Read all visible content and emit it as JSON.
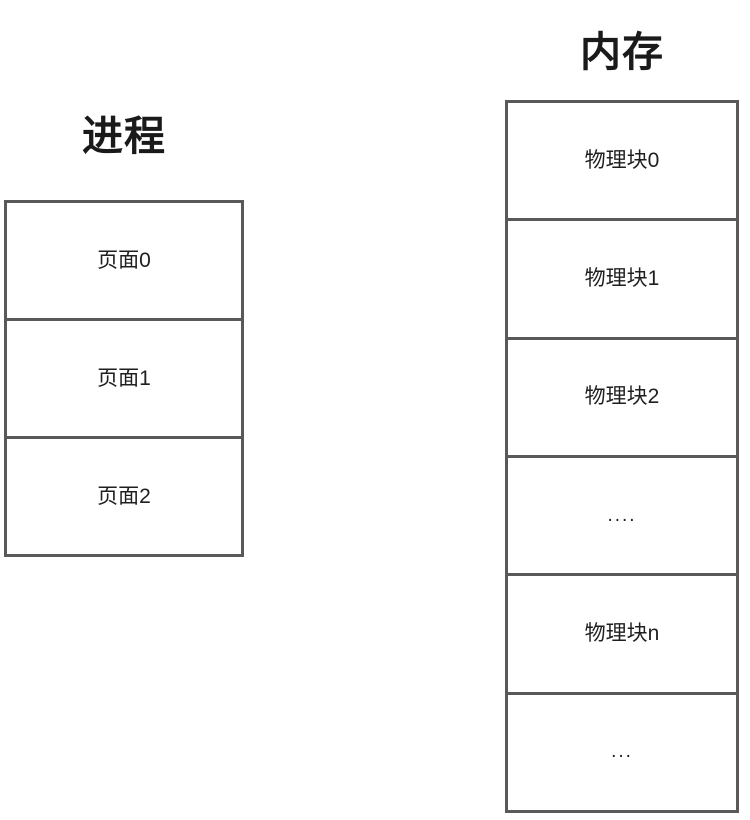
{
  "diagram": {
    "columns": [
      {
        "id": "process",
        "title": "进程",
        "cells": [
          {
            "label": "页面0",
            "kind": "page"
          },
          {
            "label": "页面1",
            "kind": "page"
          },
          {
            "label": "页面2",
            "kind": "page"
          }
        ]
      },
      {
        "id": "memory",
        "title": "内存",
        "cells": [
          {
            "label": "物理块0",
            "kind": "block"
          },
          {
            "label": "物理块1",
            "kind": "block"
          },
          {
            "label": "物理块2",
            "kind": "block"
          },
          {
            "label": "....",
            "kind": "ellipsis"
          },
          {
            "label": "物理块n",
            "kind": "block"
          },
          {
            "label": "...",
            "kind": "ellipsis"
          }
        ]
      }
    ],
    "colors": {
      "background": "#ffffff",
      "border": "#595959",
      "title_text": "#1a1a1a",
      "cell_text": "#1f1f1f"
    }
  }
}
